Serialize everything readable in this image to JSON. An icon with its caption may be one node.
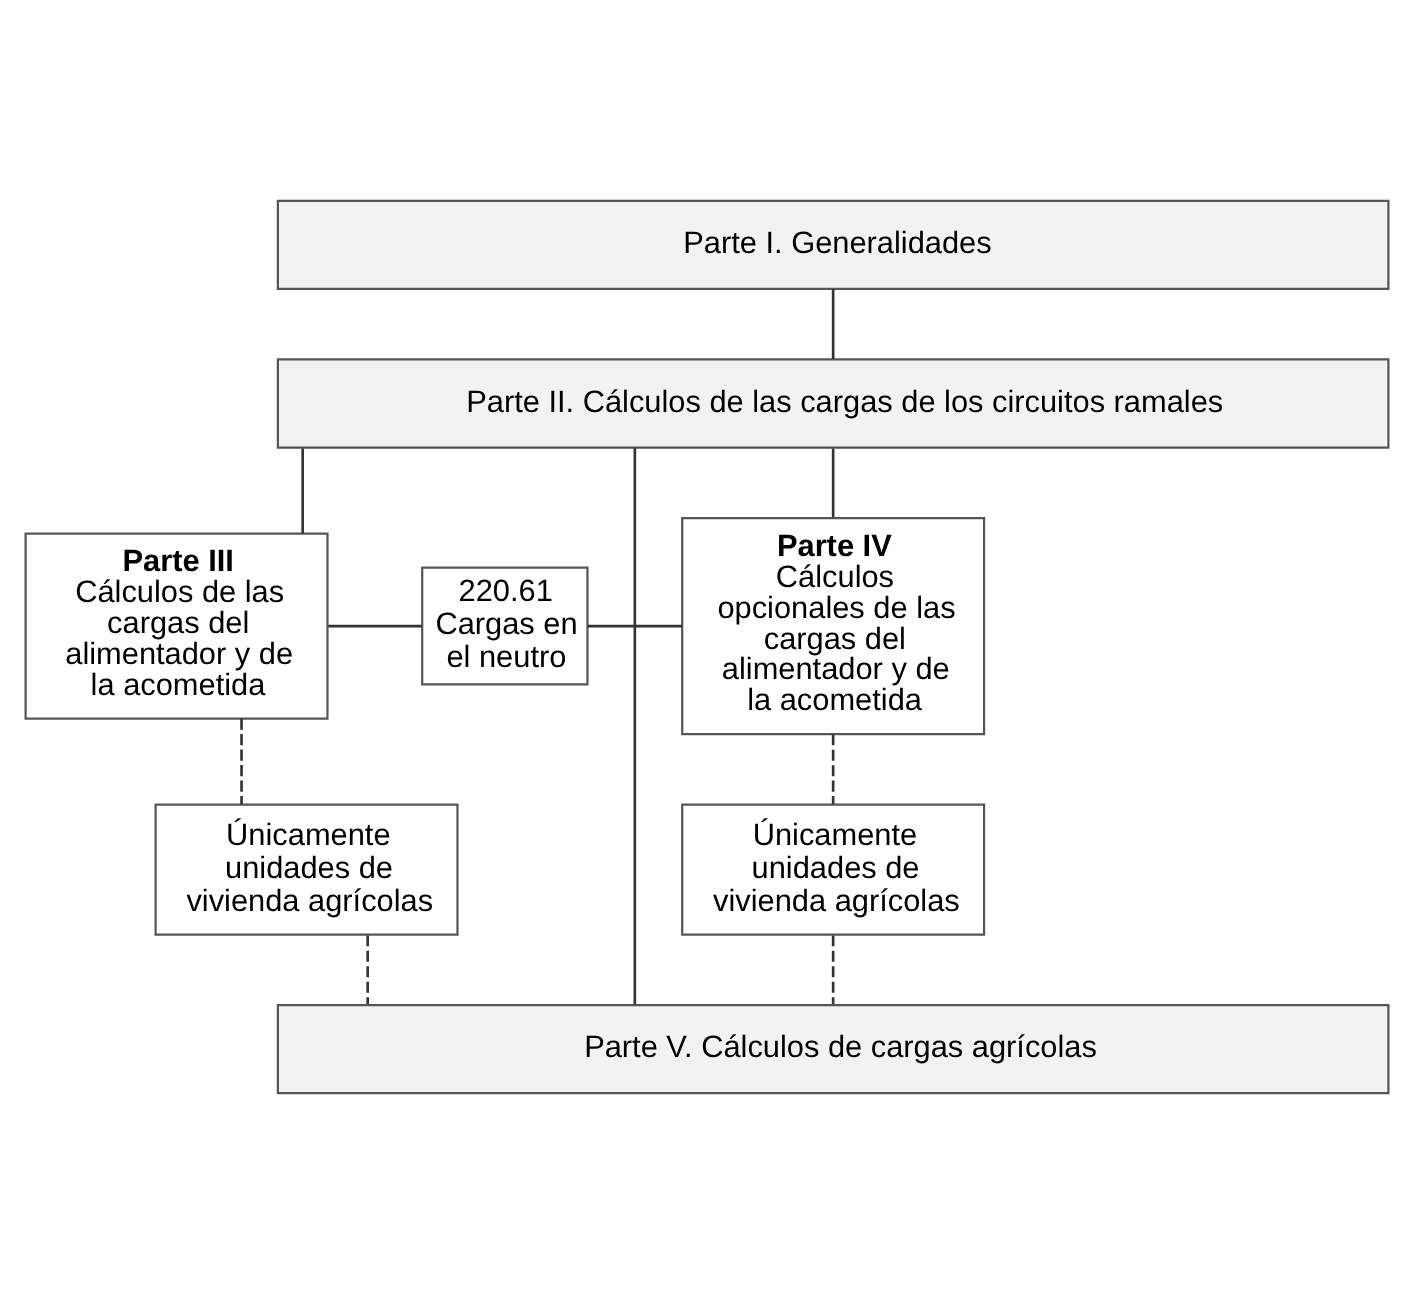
{
  "diagram": {
    "nodes": [
      {
        "text": [
          "Parte I. Generalidades"
        ]
      },
      {
        "text": [
          "Parte II. Cálculos de las cargas de los circuitos ramales"
        ]
      },
      {
        "text": [
          "Parte III",
          "Cálculos de las cargas del alimentador y de la acometida"
        ]
      },
      {
        "text": [
          "220.61",
          "Cargas en el neutro"
        ]
      },
      {
        "text": [
          "Parte IV",
          "Cálculos opcionales de las cargas del alimentador y de la acometida"
        ]
      },
      {
        "text": [
          "Únicamente unidades de vivienda agrícolas"
        ]
      },
      {
        "text": [
          "Únicamente unidades de vivienda agrícolas"
        ]
      },
      {
        "text": [
          "Parte V. Cálculos de cargas agrícolas"
        ]
      }
    ],
    "edges": [
      {
        "from": 0,
        "to": 1,
        "arrow": "none"
      },
      {
        "from": 1,
        "to": 2,
        "arrow": "none"
      },
      {
        "from": 1,
        "to": 4,
        "arrow": "none"
      },
      {
        "from": 2,
        "to": 3,
        "arrow": "none"
      },
      {
        "from": 3,
        "to": 4,
        "arrow": "none"
      },
      {
        "from": 2,
        "to": 5,
        "arrow": "none",
        "style": "dashed"
      },
      {
        "from": 4,
        "to": 6,
        "arrow": "none",
        "style": "dashed"
      },
      {
        "from": 5,
        "to": 7,
        "arrow": "none",
        "style": "dashed"
      },
      {
        "from": 6,
        "to": 7,
        "arrow": "none",
        "style": "dashed"
      },
      {
        "from": 1,
        "to": 7,
        "arrow": "none"
      }
    ]
  }
}
